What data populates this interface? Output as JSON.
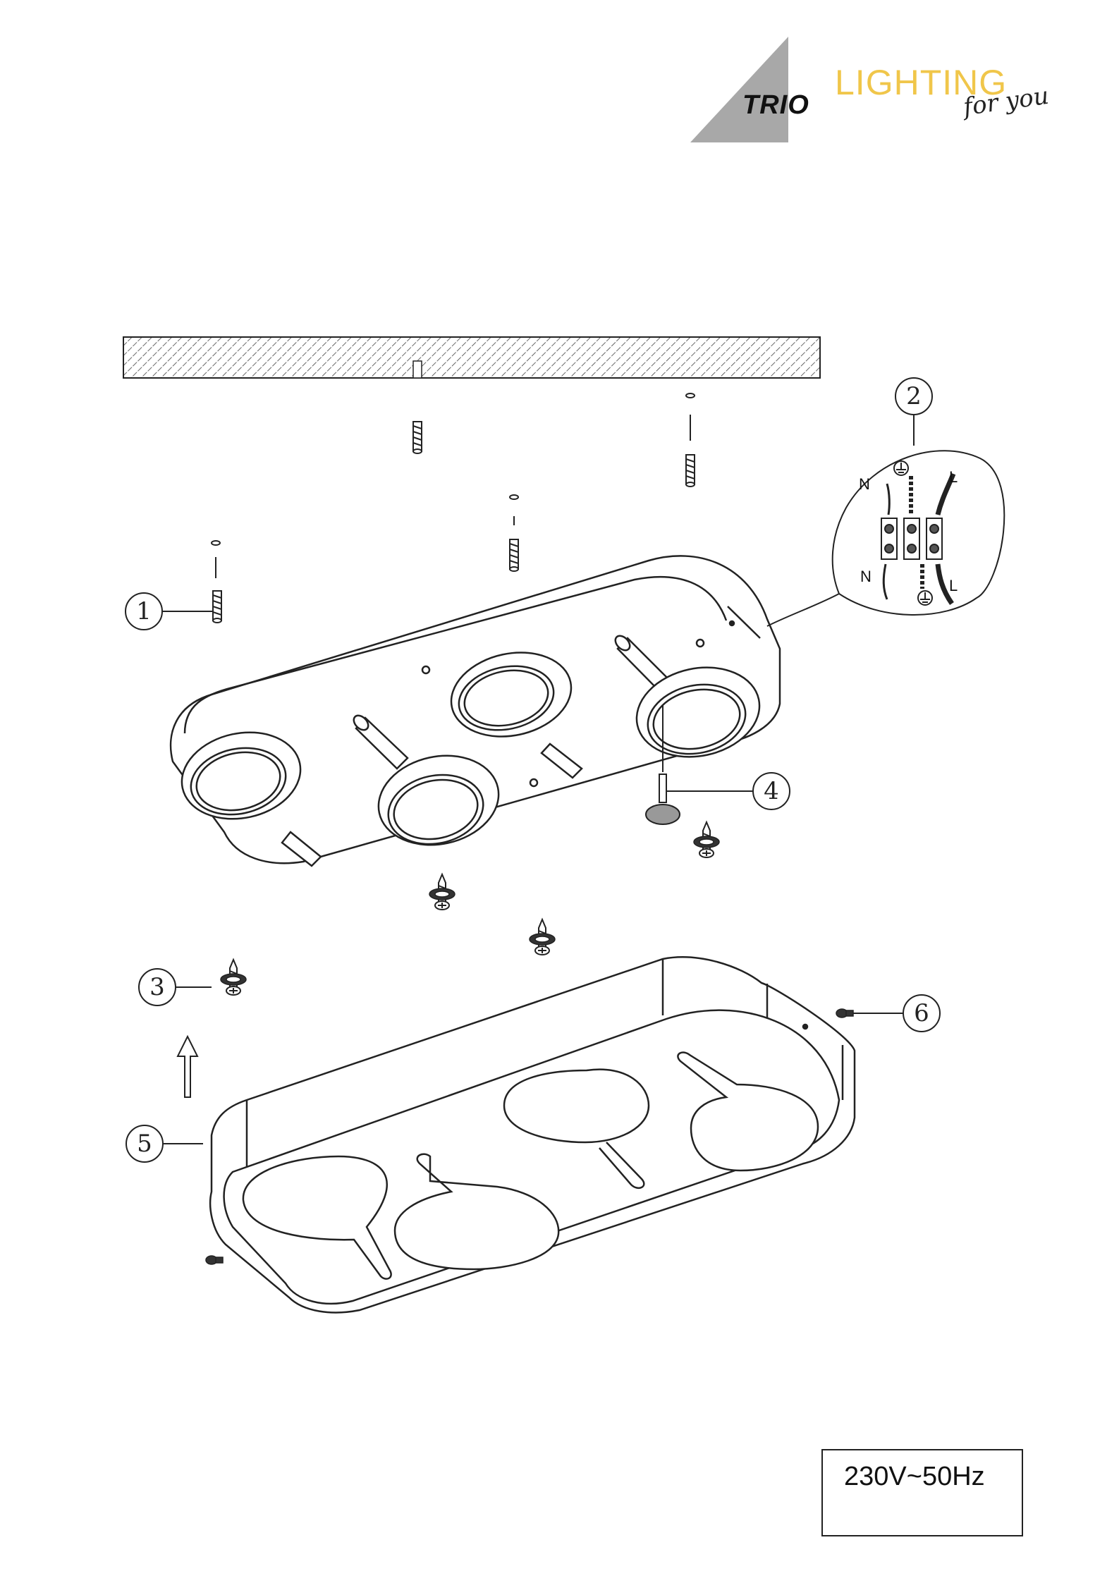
{
  "logo": {
    "brand": "TRIO",
    "tagline_main": "LIGHTING",
    "tagline_sub": "for you",
    "colors": {
      "triangle": "#a8a8a8",
      "lighting_text": "#f0c64a"
    }
  },
  "callouts": [
    "1",
    "2",
    "3",
    "4",
    "5",
    "6"
  ],
  "wiring_detail": {
    "labels": {
      "neutral_top": "N",
      "neutral_bottom": "N",
      "live_top": "L",
      "live_bottom": "L"
    },
    "earth_symbol": "earth-ground-symbol"
  },
  "rating": {
    "voltage_label": "230V~50Hz"
  }
}
